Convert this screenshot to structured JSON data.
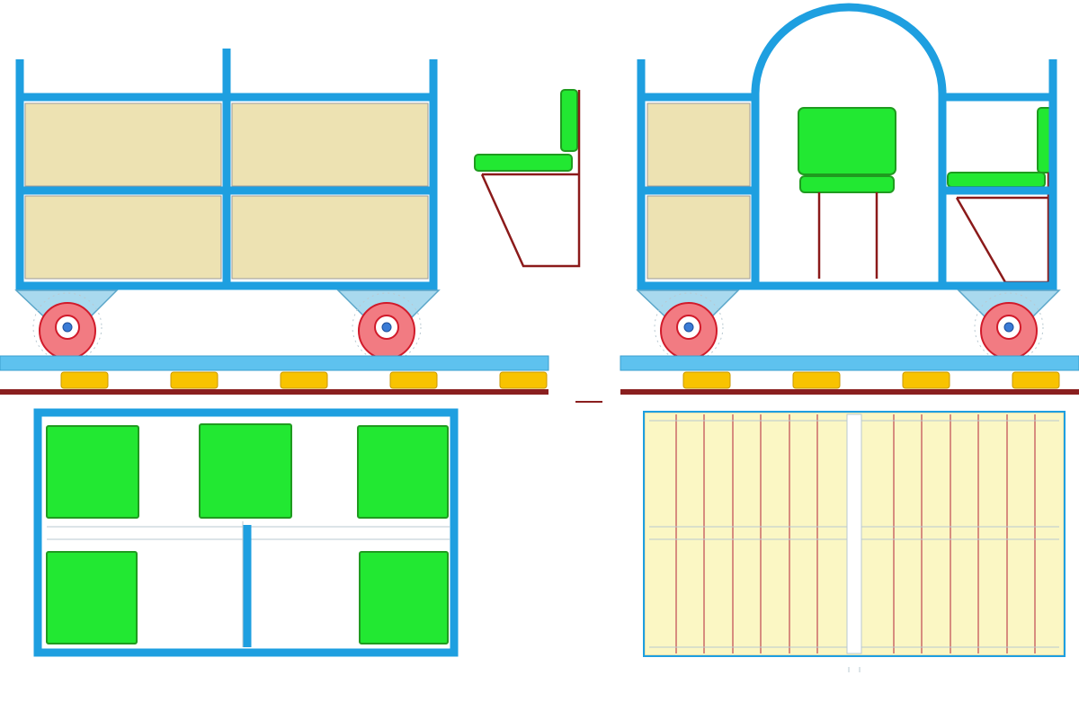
{
  "colors": {
    "frame": "#1e9fe0",
    "panel": "#ede2b2",
    "cushion": "#22e832",
    "seat_leg": "#8b1a1a",
    "bracket": "#a9d9ee",
    "wheel": "#f27b82",
    "rail": "#5ec2ef",
    "sleeper": "#f8c300",
    "ground": "#8a1f1f",
    "deck": "#fbf7c4"
  },
  "views": {
    "cargo_side": "cargo-wagon-side-view",
    "seat_side": "single-seat-side-view",
    "passenger_side": "passenger-wagon-side-view",
    "track": "rail-track",
    "passenger_plan": "passenger-wagon-plan-view",
    "cargo_plan": "cargo-wagon-plan-view"
  }
}
